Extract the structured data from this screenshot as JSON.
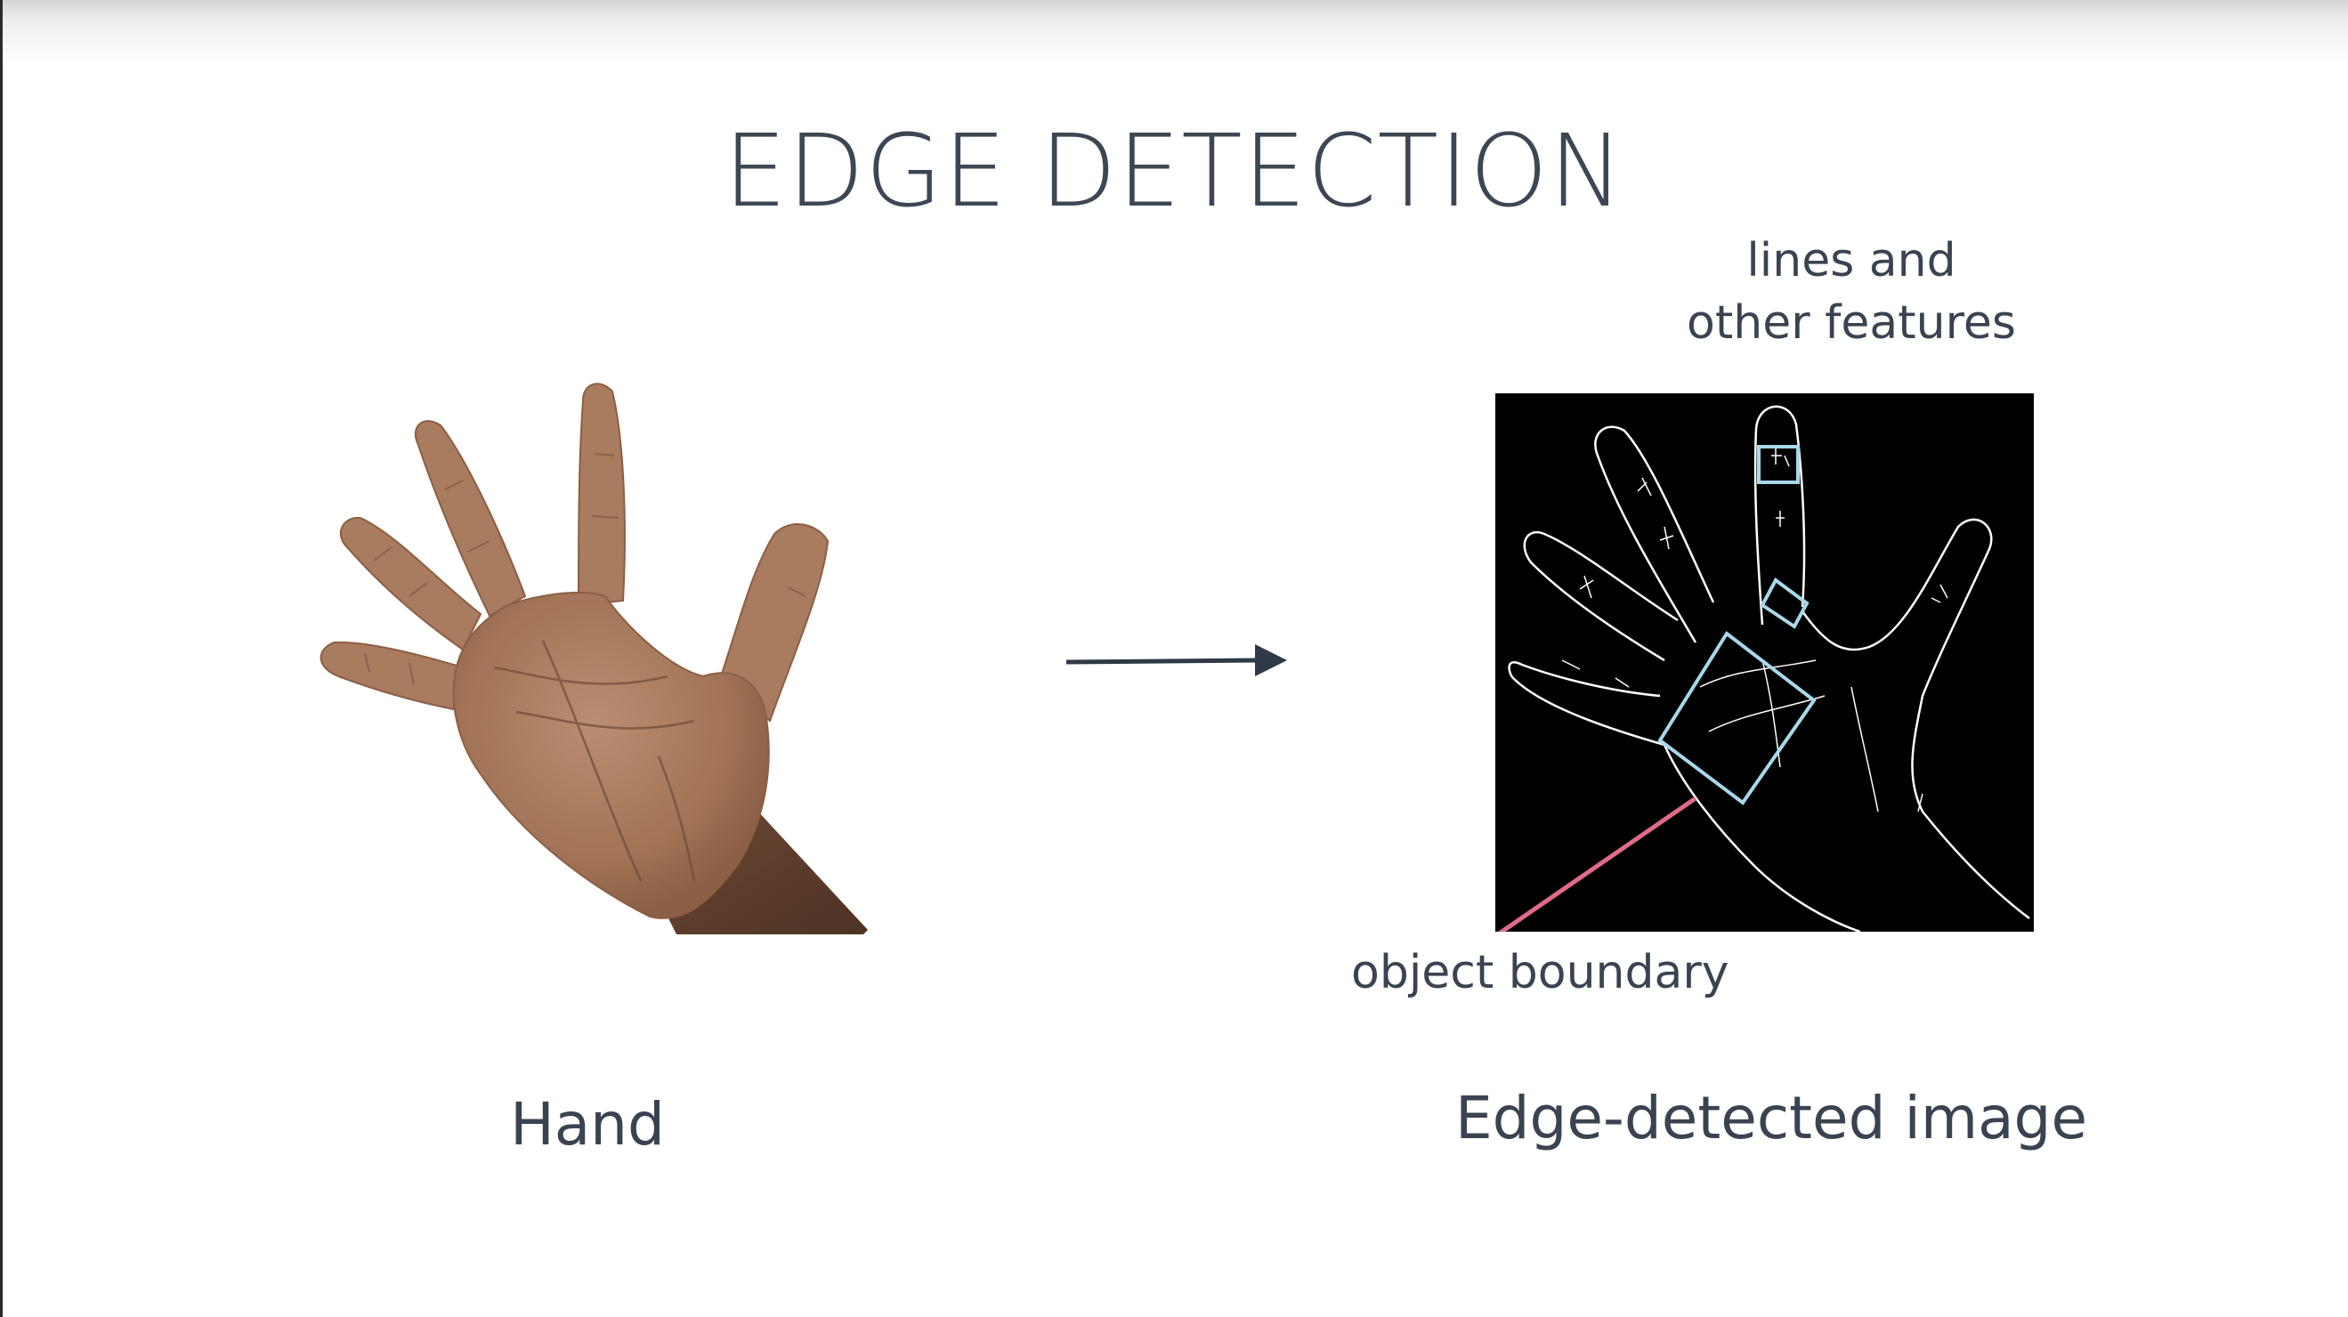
{
  "title": "EDGE DETECTION",
  "left_caption": "Hand",
  "right_caption": "Edge-detected image",
  "annotations": {
    "features_line1": "lines and",
    "features_line2": "other features",
    "boundary": "object boundary"
  },
  "colors": {
    "text": "#3a4351",
    "arrow": "#2f3947",
    "edge_background": "#000000",
    "edge_lines": "#ffffff",
    "feature_boxes": "#a8d8ea",
    "boundary_pointer": "#e06b86",
    "skin": "#a97b5f"
  },
  "icons": {
    "process_arrow": "right-arrow-icon"
  }
}
